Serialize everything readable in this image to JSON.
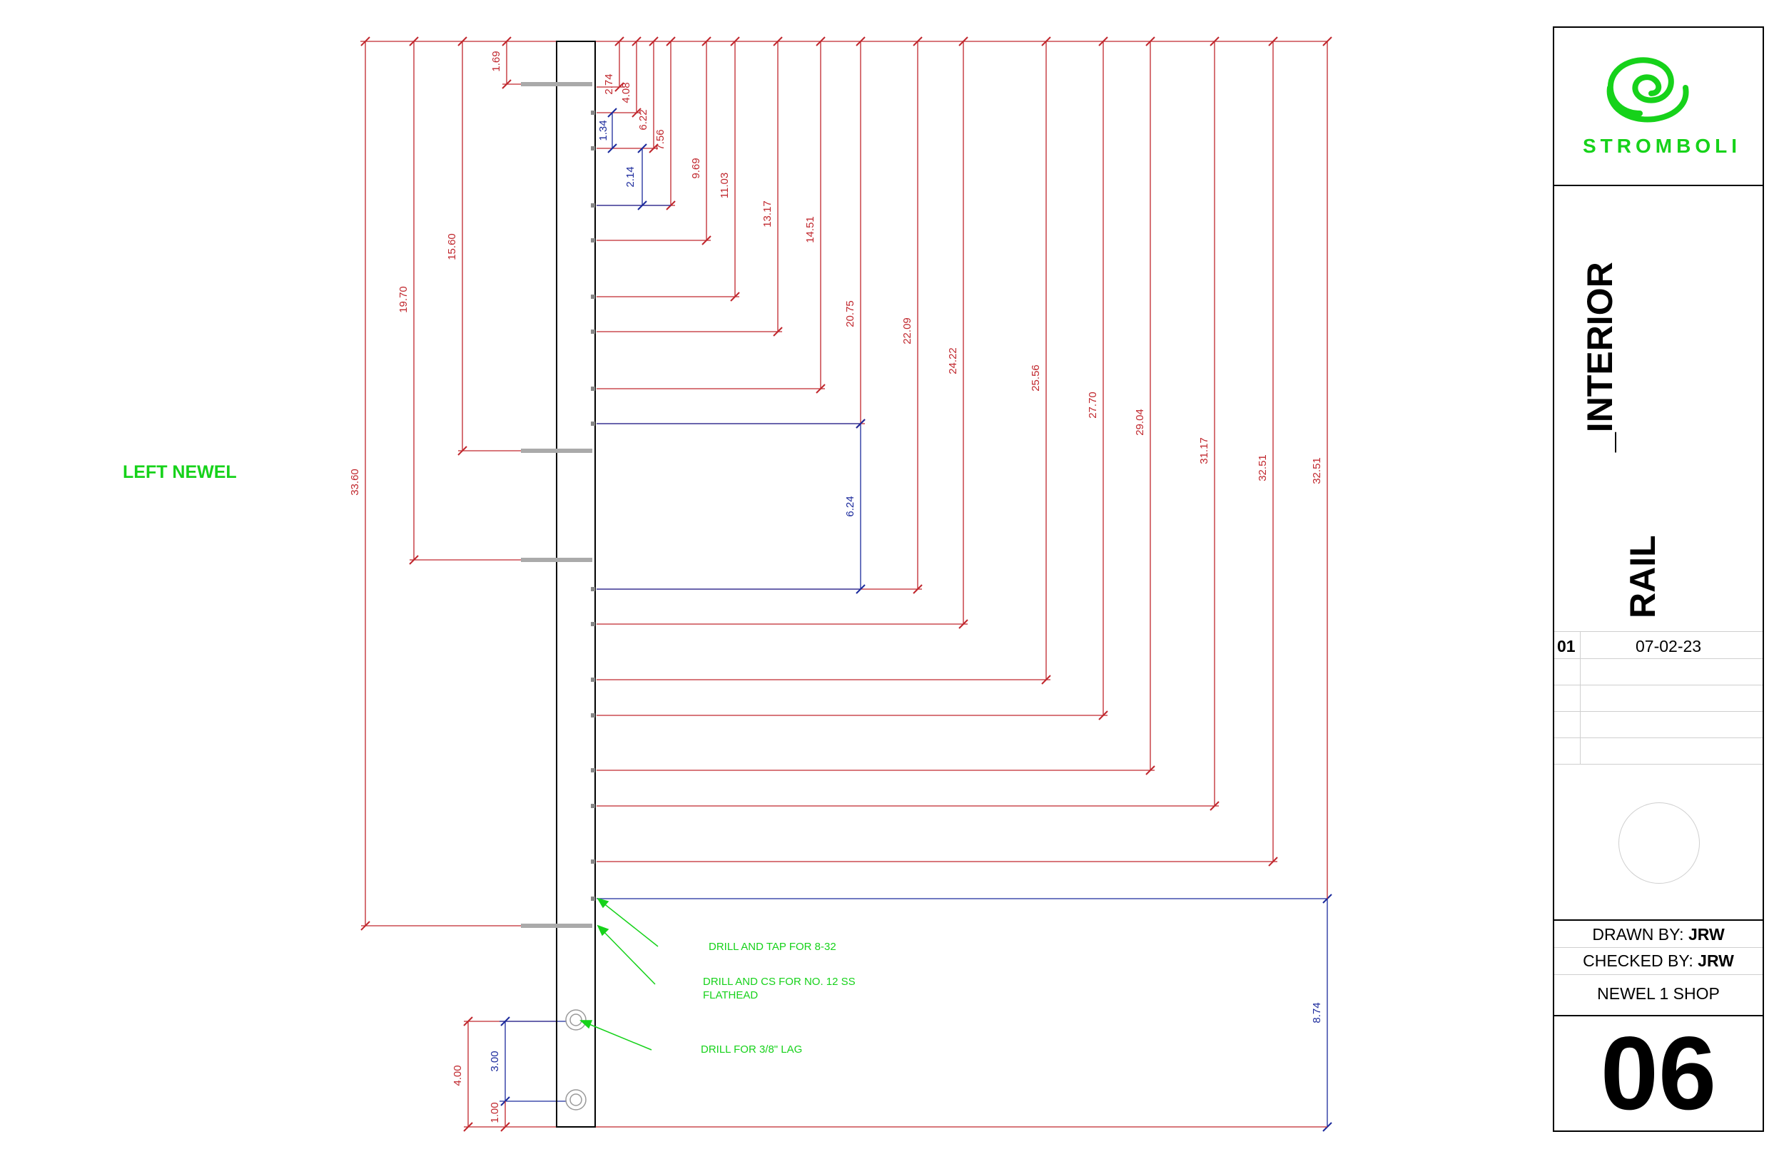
{
  "view_label": "LEFT NEWEL",
  "notes": {
    "tap": "DRILL AND TAP FOR 8-32",
    "cs_line1": "DRILL AND CS FOR NO. 12 SS",
    "cs_line2": "FLATHEAD",
    "lag": "DRILL FOR 3/8\" LAG"
  },
  "dimensions": {
    "right": [
      "2.74",
      "4.08",
      "6.22",
      "7.56",
      "9.69",
      "11.03",
      "13.17",
      "14.51",
      "20.75",
      "22.09",
      "24.22",
      "25.56",
      "27.70",
      "29.04",
      "31.17",
      "32.51"
    ],
    "right_blue": [
      "1.34",
      "2.14",
      "6.24",
      "8.74"
    ],
    "left": [
      "1.69",
      "15.60",
      "19.70",
      "33.60"
    ],
    "bottom_red": [
      "4.00",
      "1.00"
    ],
    "bottom_blue": [
      "3.00"
    ]
  },
  "title_block": {
    "logo_text": "STROMBOLI",
    "title_line1": "_INTERIOR",
    "title_line2": "RAIL",
    "revision_number": "01",
    "revision_date": "07-02-23",
    "drawn_by_label": "DRAWN BY: ",
    "drawn_by_value": "JRW",
    "checked_by_label": "CHECKED BY: ",
    "checked_by_value": "JRW",
    "sheet_name": "NEWEL 1 SHOP",
    "sheet_number": "06"
  },
  "colors": {
    "dimension": "#c0272d",
    "dimension_alt": "#1b2a9c",
    "annotation": "#16d21a",
    "outline": "#000000"
  }
}
